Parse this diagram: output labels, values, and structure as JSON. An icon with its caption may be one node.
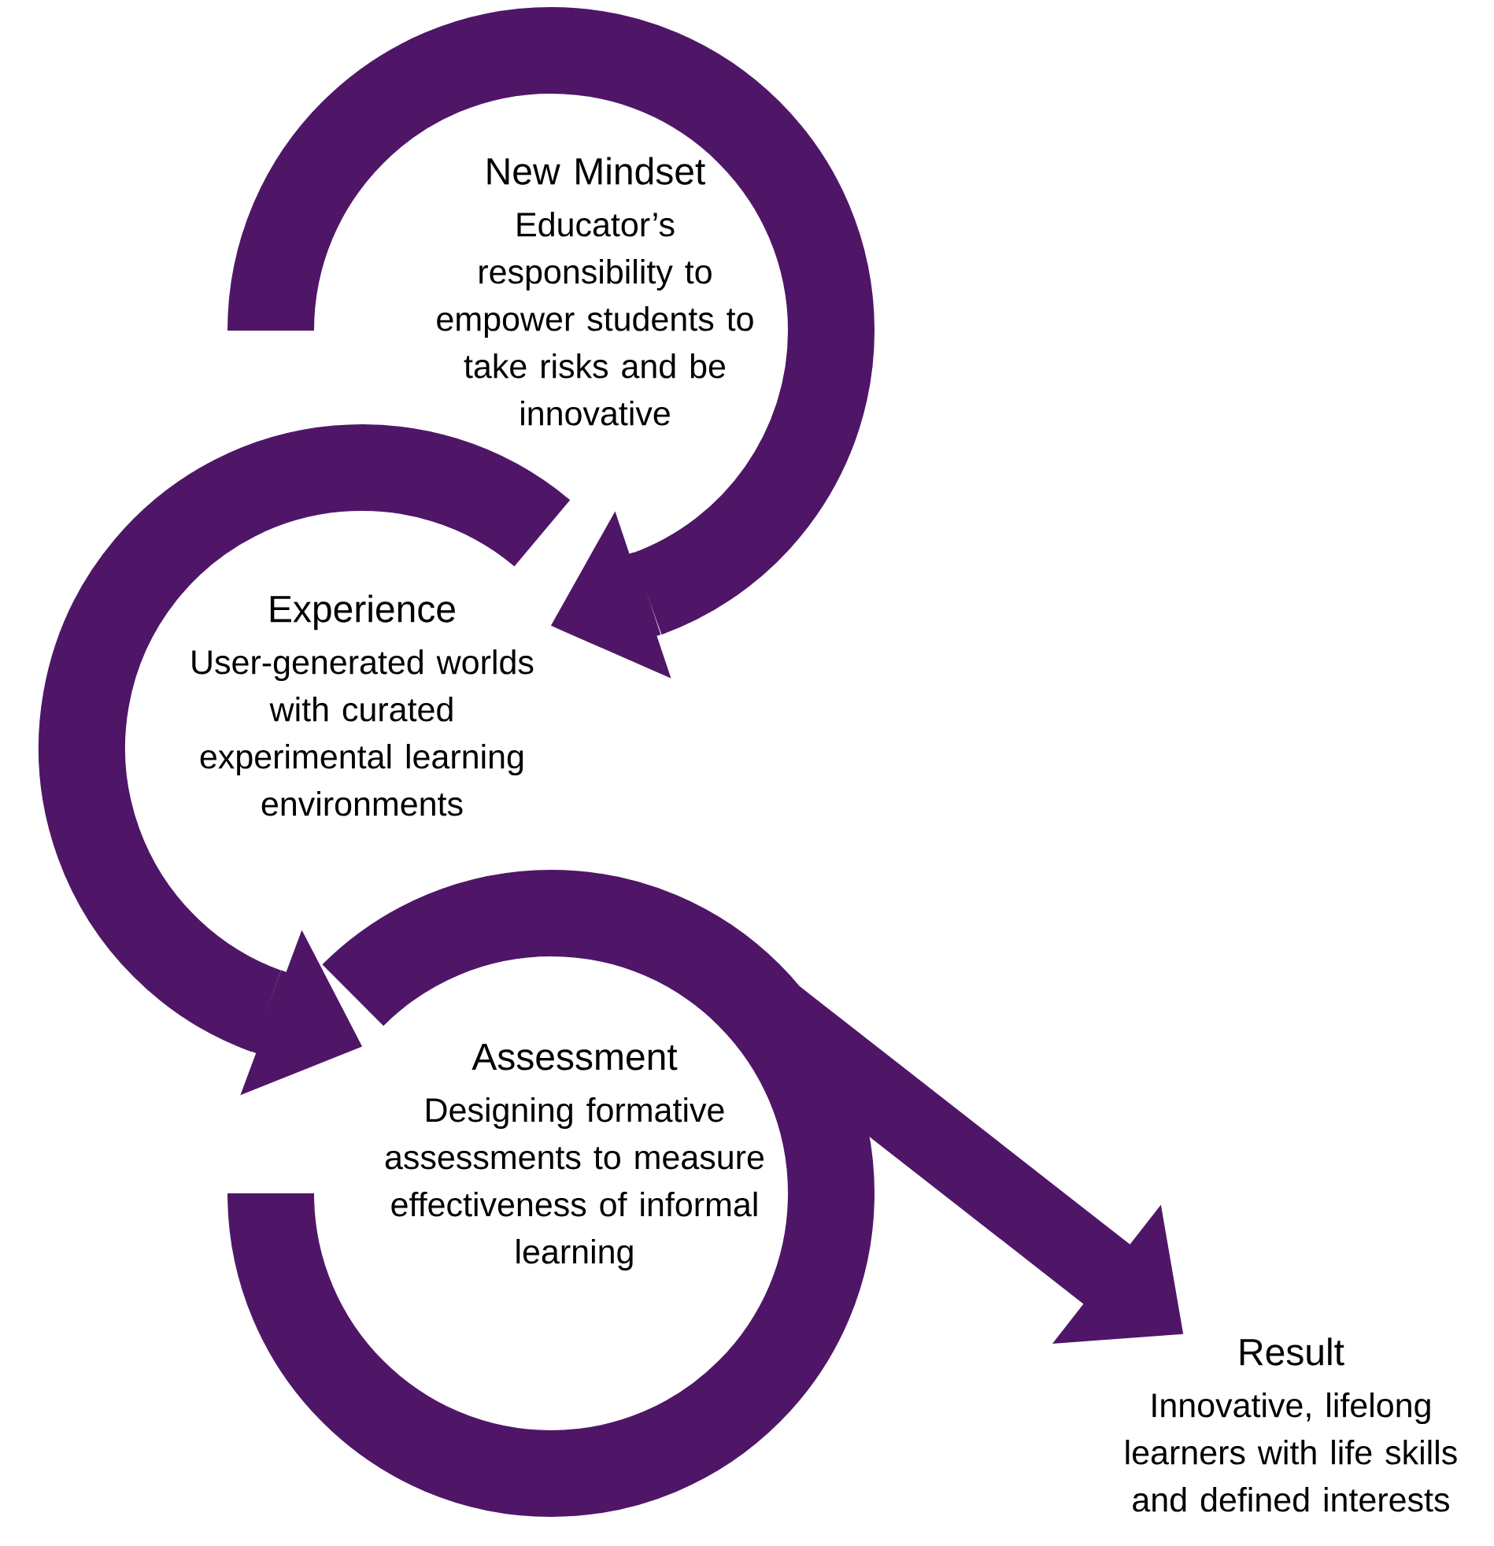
{
  "diagram": {
    "nodes": [
      {
        "text": [
          "New Mindset",
          "Educator’s responsibility to empower students to take risks and be innovative"
        ]
      },
      {
        "text": [
          "Experience",
          "User-generated worlds with curated experimental learning environments"
        ]
      },
      {
        "text": [
          "Assessment",
          "Designing formative assessments to measure effectiveness of informal learning"
        ]
      },
      {
        "text": [
          "Result",
          "Innovative, lifelong learners with life skills and defined interests"
        ]
      }
    ],
    "edges": [
      {
        "from": 0,
        "to": 1,
        "arrow": "to"
      },
      {
        "from": 1,
        "to": 2,
        "arrow": "to"
      },
      {
        "from": 2,
        "to": 3,
        "arrow": "to"
      }
    ]
  }
}
